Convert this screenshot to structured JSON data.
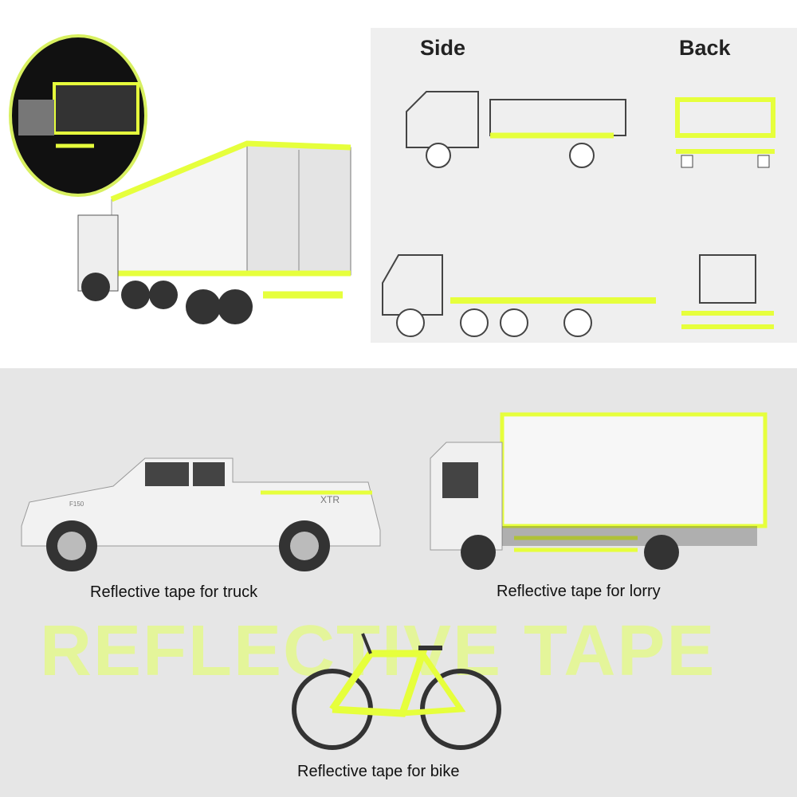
{
  "views": {
    "side_label": "Side",
    "back_label": "Back"
  },
  "captions": {
    "truck": "Reflective tape for truck",
    "lorry": "Reflective tape for lorry",
    "bike": "Reflective tape for bike"
  },
  "pickup_badges": {
    "model": "F150",
    "trim": "XTR"
  },
  "watermark": "REFLECTIVE TAPE",
  "colors": {
    "tape": "#e6ff3c",
    "panel": "#efefef",
    "background": "#e6e6e6",
    "inset": "#111111"
  }
}
